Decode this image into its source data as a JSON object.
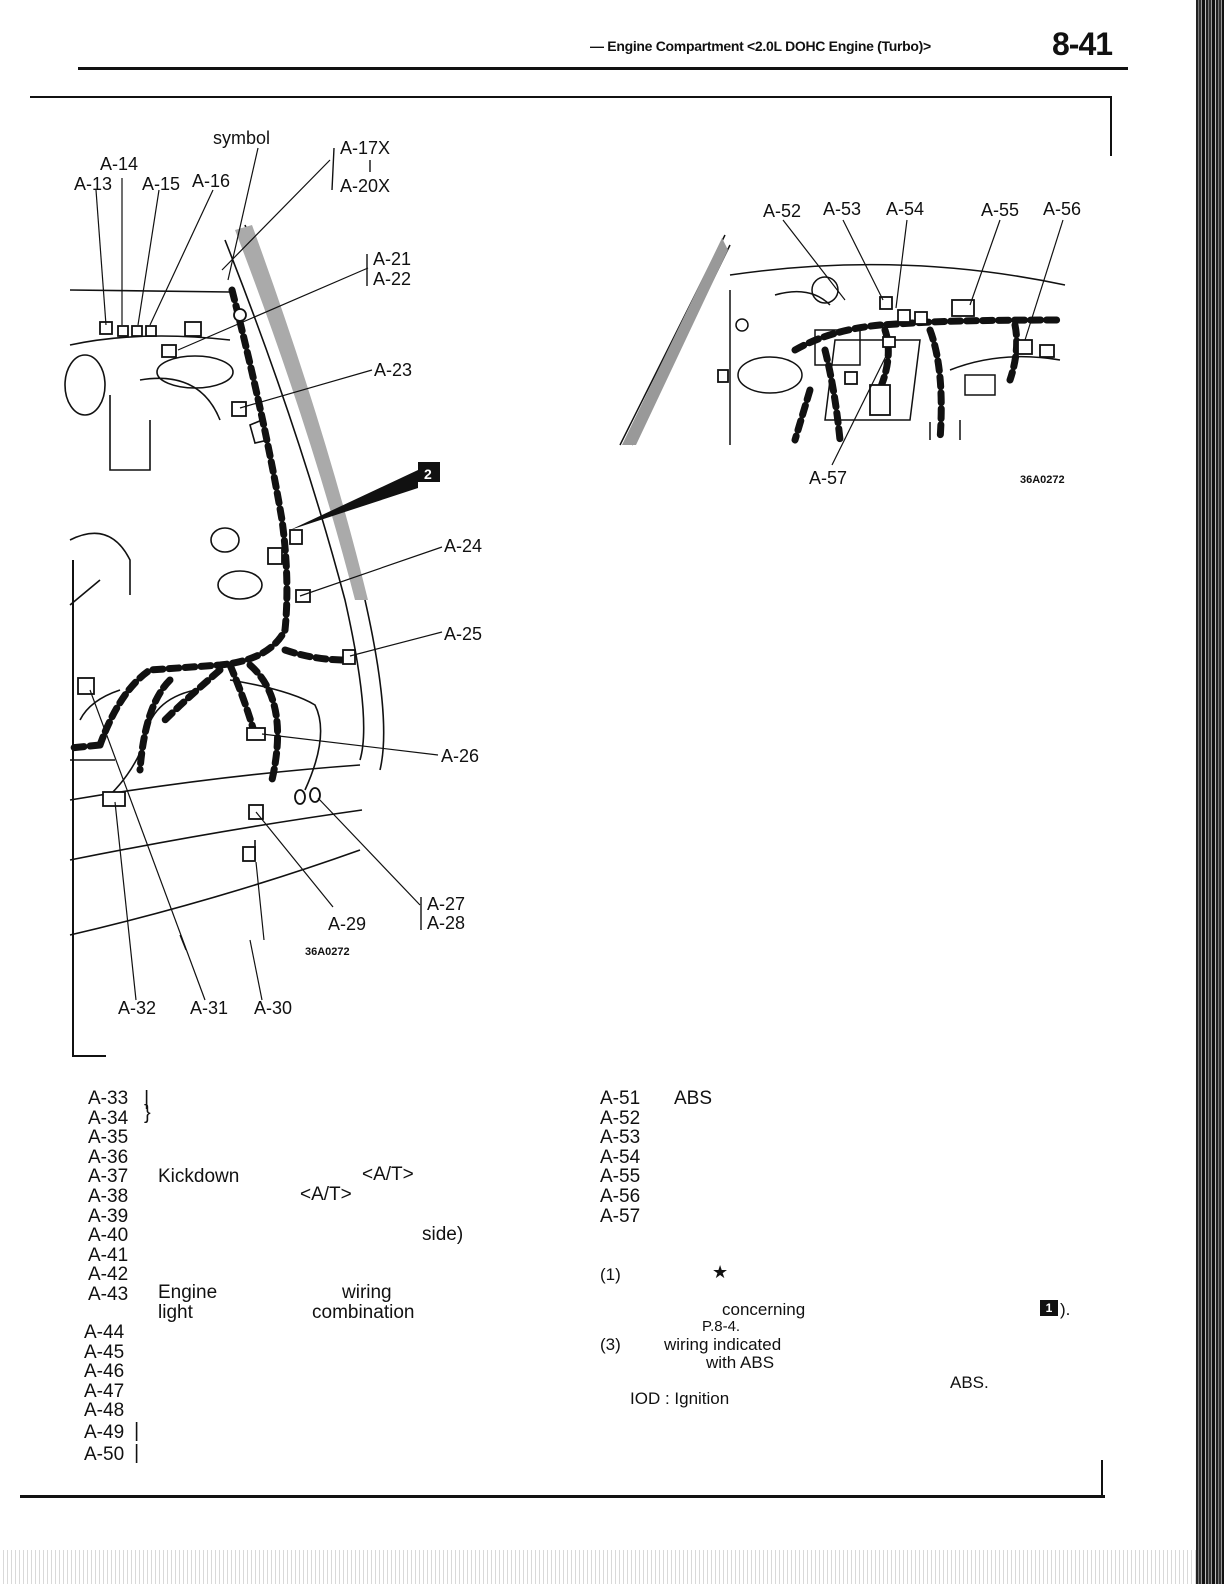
{
  "header": {
    "title": "— Engine Compartment <2.0L DOHC Engine (Turbo)>",
    "page_number": "8-41"
  },
  "left_figure": {
    "labels": {
      "symbol": "symbol",
      "a14": "A-14",
      "a13": "A-13",
      "a15": "A-15",
      "a16": "A-16",
      "a17x": "A-17X",
      "a20x": "A-20X",
      "a21": "A-21",
      "a22": "A-22",
      "a23": "A-23",
      "callout": "2",
      "a24": "A-24",
      "a25": "A-25",
      "a26": "A-26",
      "a27": "A-27",
      "a28": "A-28",
      "a29": "A-29",
      "a30": "A-30",
      "a31": "A-31",
      "a32": "A-32"
    },
    "code": "36A0272"
  },
  "right_figure": {
    "labels": {
      "a52": "A-52",
      "a53": "A-53",
      "a54": "A-54",
      "a55": "A-55",
      "a56": "A-56",
      "a57": "A-57"
    },
    "code": "36A0272"
  },
  "left_list": {
    "codes": [
      "A-33",
      "A-34",
      "A-35",
      "A-36",
      "A-37",
      "A-38",
      "A-39",
      "A-40",
      "A-41",
      "A-42",
      "A-43"
    ],
    "codes2": [
      "A-44",
      "A-45",
      "A-46",
      "A-47",
      "A-48",
      "A-49",
      "A-50"
    ],
    "kickdown": "Kickdown",
    "at1": "<A/T>",
    "at2": "<A/T>",
    "side": "side)",
    "engine": "Engine",
    "light": "light",
    "wiring": "wiring",
    "combination": "combination"
  },
  "right_list": {
    "codes": [
      "A-51",
      "A-52",
      "A-53",
      "A-54",
      "A-55",
      "A-56",
      "A-57"
    ],
    "abs": "ABS",
    "note1": "(1)",
    "star": "★",
    "concerning": "concerning",
    "page_ref": "P.8-4.",
    "callout_ref": "1",
    "paren": ").",
    "note3": "(3)",
    "wiring_indicated": "wiring indicated",
    "with_abs": "with ABS",
    "abs2": "ABS.",
    "iod": "IOD : Ignition"
  }
}
